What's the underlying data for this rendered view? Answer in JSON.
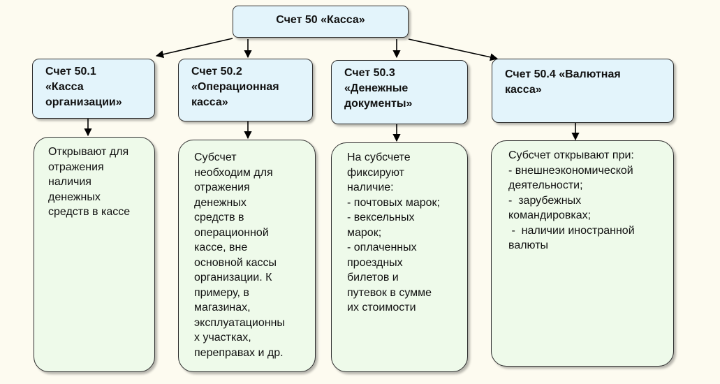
{
  "root": {
    "label": "Счет 50 «Касса»"
  },
  "subaccounts": [
    {
      "title_lines": [
        "Счет 50.1",
        "«Касса",
        "организации»"
      ],
      "description_lines": [
        "Открывают для",
        "отражения",
        "наличия",
        "денежных",
        "средств в кассе"
      ]
    },
    {
      "title_lines": [
        "Счет 50.2",
        "«Операционная",
        "касса»"
      ],
      "description_lines": [
        "Субсчет",
        "необходим для",
        "отражения",
        "денежных",
        "средств в",
        "операционной",
        "кассе, вне",
        "основной кассы",
        "организации. К",
        "примеру, в",
        "магазинах,",
        "эксплуатационны",
        "х участках,",
        "переправах и др."
      ]
    },
    {
      "title_lines": [
        "Счет 50.3",
        "«Денежные",
        "документы»"
      ],
      "description_lines": [
        "На субсчете",
        "фиксируют",
        "наличие:",
        "- почтовых марок;",
        "- вексельных",
        "марок;",
        "- оплаченных",
        "проездных",
        "билетов и",
        "путевок в сумме",
        "их стоимости"
      ]
    },
    {
      "title_lines": [
        "Счет 50.4 «Валютная",
        "касса»"
      ],
      "description_lines": [
        "Субсчет открывают при:",
        "- внешнеэкономической",
        "деятельности;",
        "-  зарубежных",
        "командировках;",
        " -  наличии иностранной",
        "валюты"
      ]
    }
  ]
}
